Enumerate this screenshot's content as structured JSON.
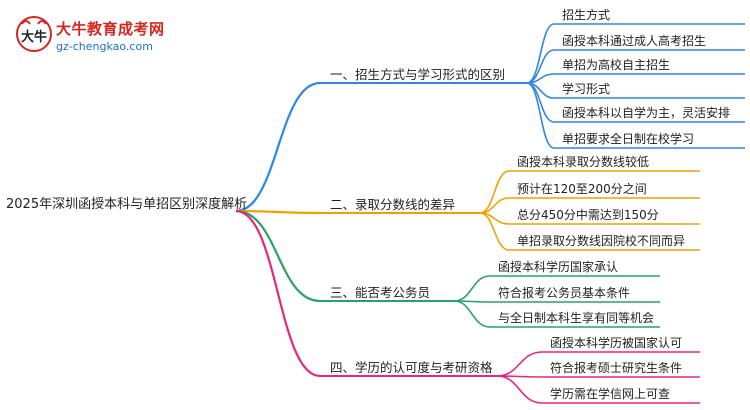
{
  "logo": {
    "title": "大牛教育成考网",
    "url": "gz-chengkao.com",
    "mark_text": "大牛"
  },
  "colors": {
    "section1": "#2f86e6",
    "section2": "#f0a100",
    "section3": "#25a36a",
    "section4": "#e8267a",
    "text": "#222222"
  },
  "mindmap": {
    "root": "2025年深圳函授本科与单招区别深度解析",
    "branches": [
      {
        "label": "一、招生方式与学习形式的区别",
        "color_key": "section1",
        "children": [
          "招生方式",
          "函授本科通过成人高考招生",
          "单招为高校自主招生",
          "学习形式",
          "函授本科以自学为主，灵活安排",
          "单招要求全日制在校学习"
        ]
      },
      {
        "label": "二、录取分数线的差异",
        "color_key": "section2",
        "children": [
          "函授本科录取分数线较低",
          "预计在120至200分之间",
          "总分450分中需达到150分",
          "单招录取分数线因院校不同而异"
        ]
      },
      {
        "label": "三、能否考公务员",
        "color_key": "section3",
        "children": [
          "函授本科学历国家承认",
          "符合报考公务员基本条件",
          "与全日制本科生享有同等机会"
        ]
      },
      {
        "label": "四、学历的认可度与考研资格",
        "color_key": "section4",
        "children": [
          "函授本科学历被国家认可",
          "符合报考硕士研究生条件",
          "学历需在学信网上可查"
        ]
      }
    ]
  }
}
